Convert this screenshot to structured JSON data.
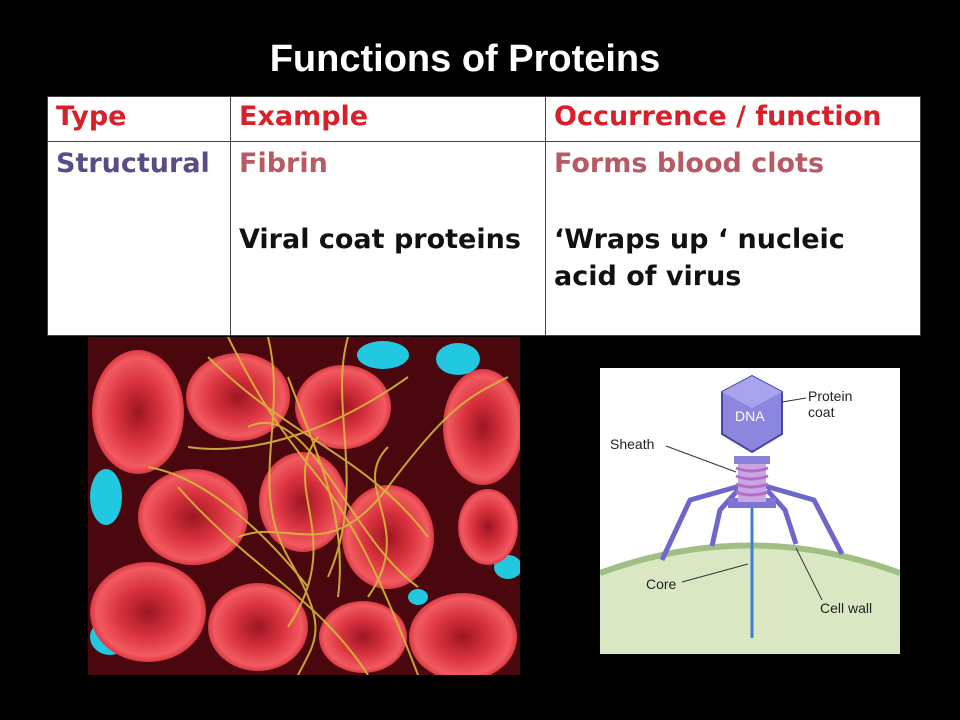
{
  "slide": {
    "title": "Functions of Proteins"
  },
  "table": {
    "headers": [
      "Type",
      "Example",
      "Occurrence / function"
    ],
    "rows": [
      {
        "type": "Structural",
        "examples": [
          "Fibrin",
          "Viral coat proteins"
        ],
        "functions": [
          "Forms blood clots",
          "‘Wraps up ‘ nucleic acid of virus"
        ]
      }
    ]
  },
  "diagram": {
    "labels": {
      "dna": "DNA",
      "protein_coat": "Protein coat",
      "sheath": "Sheath",
      "core": "Core",
      "cell_wall": "Cell wall"
    }
  },
  "colors": {
    "background": "#000000",
    "header_text": "#d8202a",
    "type_text": "#5a4c86",
    "example_pink": "#b75a64",
    "phage_blue": "#6f66c9",
    "cell_green": "#cfe0b3"
  }
}
